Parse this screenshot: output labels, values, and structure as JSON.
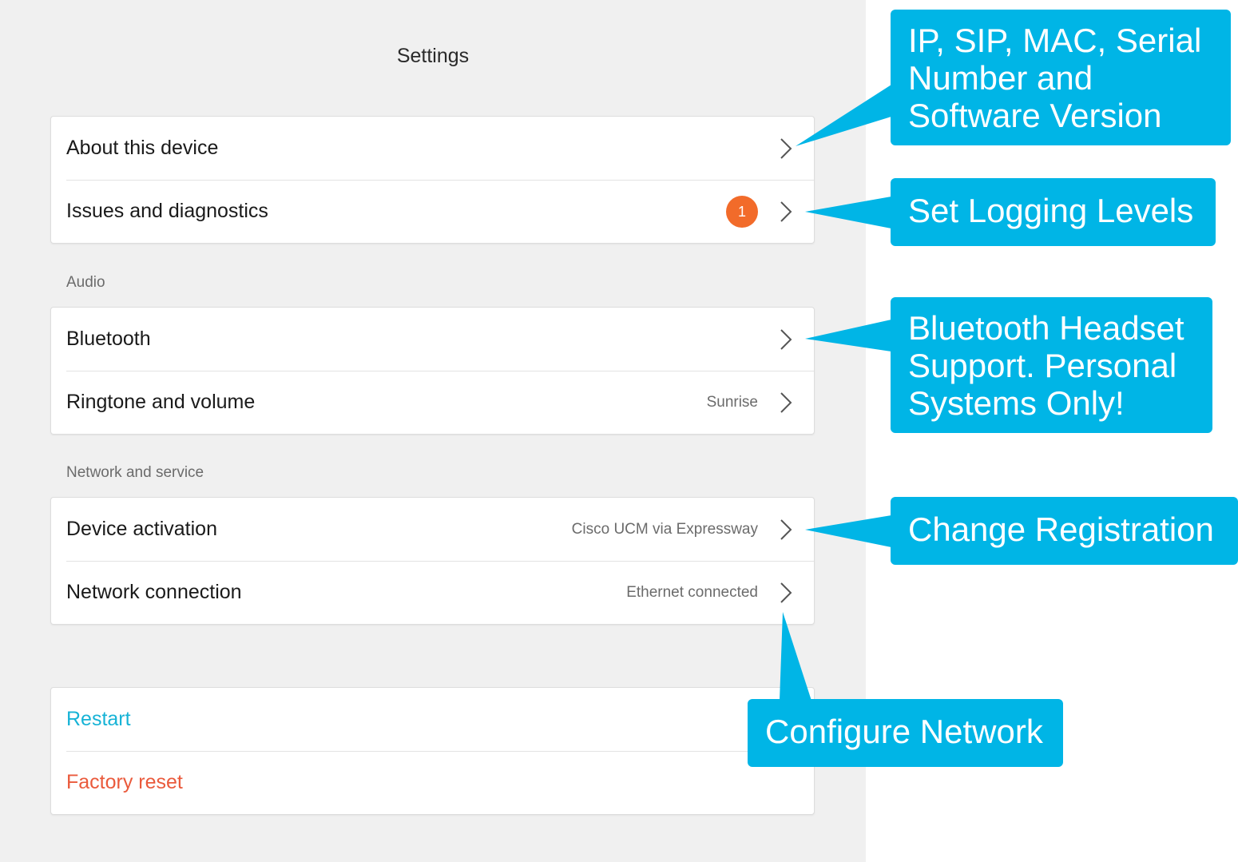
{
  "settings": {
    "title": "Settings",
    "group1": [
      {
        "label": "About this device"
      },
      {
        "label": "Issues and diagnostics",
        "badge": "1"
      }
    ],
    "audio_heading": "Audio",
    "audio": [
      {
        "label": "Bluetooth"
      },
      {
        "label": "Ringtone and volume",
        "value": "Sunrise"
      }
    ],
    "network_heading": "Network and service",
    "network": [
      {
        "label": "Device activation",
        "value": "Cisco UCM via Expressway"
      },
      {
        "label": "Network connection",
        "value": "Ethernet connected"
      }
    ],
    "actions": [
      {
        "label": "Restart"
      },
      {
        "label": "Factory reset"
      }
    ]
  },
  "callouts": {
    "about": "IP, SIP, MAC, Serial Number and Software Version",
    "issues": "Set Logging Levels",
    "bluetooth": "Bluetooth Headset Support. Personal Systems Only!",
    "activation": "Change Registration",
    "network": "Configure Network"
  },
  "colors": {
    "callout": "#00b5e6",
    "badge": "#f26b2a",
    "restart": "#17b3d6",
    "factory_reset": "#ea5a3c"
  }
}
